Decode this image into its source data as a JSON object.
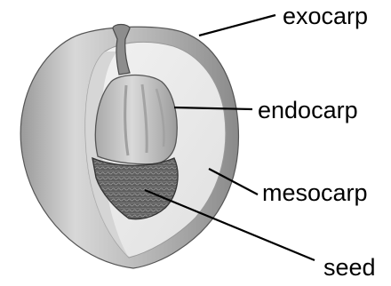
{
  "labels": {
    "exocarp": "exocarp",
    "endocarp": "endocarp",
    "mesocarp": "mesocarp",
    "seed": "seed"
  },
  "colors": {
    "exocarp_outer": "#8f8f8f",
    "exocarp_highlight": "#d6d6d6",
    "mesocarp": "#e9e9e9",
    "endocarp": "#bdbdbd",
    "seed": "#6a6a6a",
    "leader_line": "#000000"
  }
}
